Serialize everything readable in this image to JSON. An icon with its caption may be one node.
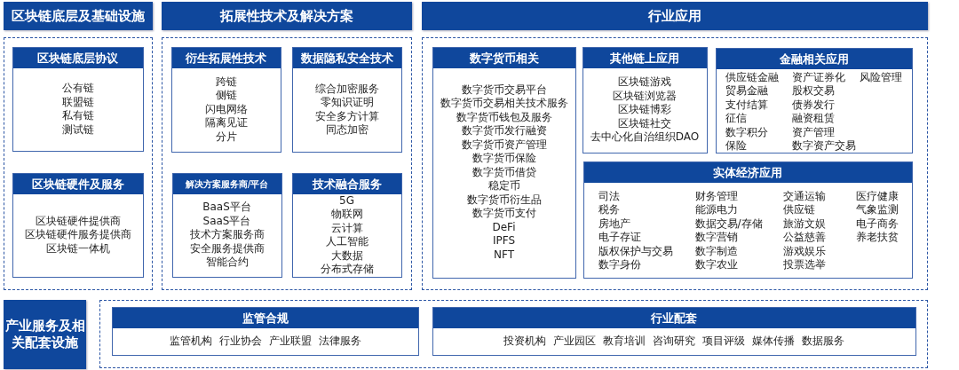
{
  "diagram": {
    "nodes": [
      {
        "text": [
          "区块链底层及基础设施"
        ]
      },
      {
        "text": [],
        "shape": "box"
      },
      {
        "text": [
          "区块链底层协议",
          "公有链",
          "联盟链",
          "私有链",
          "测试链"
        ],
        "in": 1
      },
      {
        "text": [
          "区块链硬件及服务",
          "区块链硬件提供商",
          "区块链硬件服务提供商",
          "区块链一体机"
        ],
        "in": 1
      },
      {
        "text": [
          "拓展性技术及解决方案"
        ]
      },
      {
        "text": [],
        "shape": "box"
      },
      {
        "text": [
          "衍生拓展性技术",
          "跨链",
          "侧链",
          "闪电网络",
          "隔离见证",
          "分片"
        ],
        "in": 5
      },
      {
        "text": [
          "数据隐私安全技术",
          "综合加密服务",
          "零知识证明",
          "安全多方计算",
          "同态加密"
        ],
        "in": 5
      },
      {
        "text": [
          "解决方案服务商/平台",
          "BaaS平台",
          "SaaS平台",
          "技术方案服务商",
          "安全服务提供商",
          "智能合约"
        ],
        "in": 5
      },
      {
        "text": [
          "技术融合服务",
          "5G",
          "物联网",
          "云计算",
          "人工智能",
          "大数据",
          "分布式存储"
        ],
        "in": 5
      },
      {
        "text": [
          "行业应用"
        ]
      },
      {
        "text": [],
        "shape": "box"
      },
      {
        "text": [
          "数字货币相关",
          "数字货币交易平台",
          "数字货币交易相关技术服务",
          "数字货币钱包及服务",
          "数字货币发行融资",
          "数字货币资产管理",
          "数字货币保险",
          "数字货币借贷",
          "稳定币",
          "数字货币衍生品",
          "数字货币支付",
          "DeFi",
          "IPFS",
          "NFT"
        ],
        "in": 11
      },
      {
        "text": [
          "其他链上应用",
          "区块链游戏",
          "区块链浏览器",
          "区块链博彩",
          "区块链社交",
          "去中心化自治组织DAO"
        ],
        "in": 11
      },
      {
        "text": [
          "金融相关应用",
          "供应链金融",
          "贸易金融",
          "支付结算",
          "征信",
          "数字积分",
          "保险",
          "资产证券化",
          "股权交易",
          "债券发行",
          "融资租赁",
          "资产管理",
          "数字资产交易",
          "风险管理"
        ],
        "in": 11
      },
      {
        "text": [
          "实体经济应用",
          "司法",
          "税务",
          "房地产",
          "电子存证",
          "版权保护与交易",
          "数字身份",
          "财务管理",
          "能源电力",
          "数据交易/存储",
          "数字营销",
          "数字制造",
          "数字农业",
          "交通运输",
          "供应链",
          "旅游文娱",
          "公益慈善",
          "游戏娱乐",
          "投票选举",
          "医疗健康",
          "气象监测",
          "电子商务",
          "养老扶贫"
        ],
        "in": 11
      },
      {
        "text": [
          "产业服务及相关配套设施"
        ]
      },
      {
        "text": [],
        "shape": "box"
      },
      {
        "text": [
          "监管合规",
          "监管机构",
          "行业协会",
          "产业联盟",
          "法律服务"
        ],
        "in": 17
      },
      {
        "text": [
          "行业配套",
          "投资机构",
          "产业园区",
          "教育培训",
          "咨询研究",
          "项目评级",
          "媒体传播",
          "数据服务"
        ],
        "in": 17
      }
    ]
  }
}
